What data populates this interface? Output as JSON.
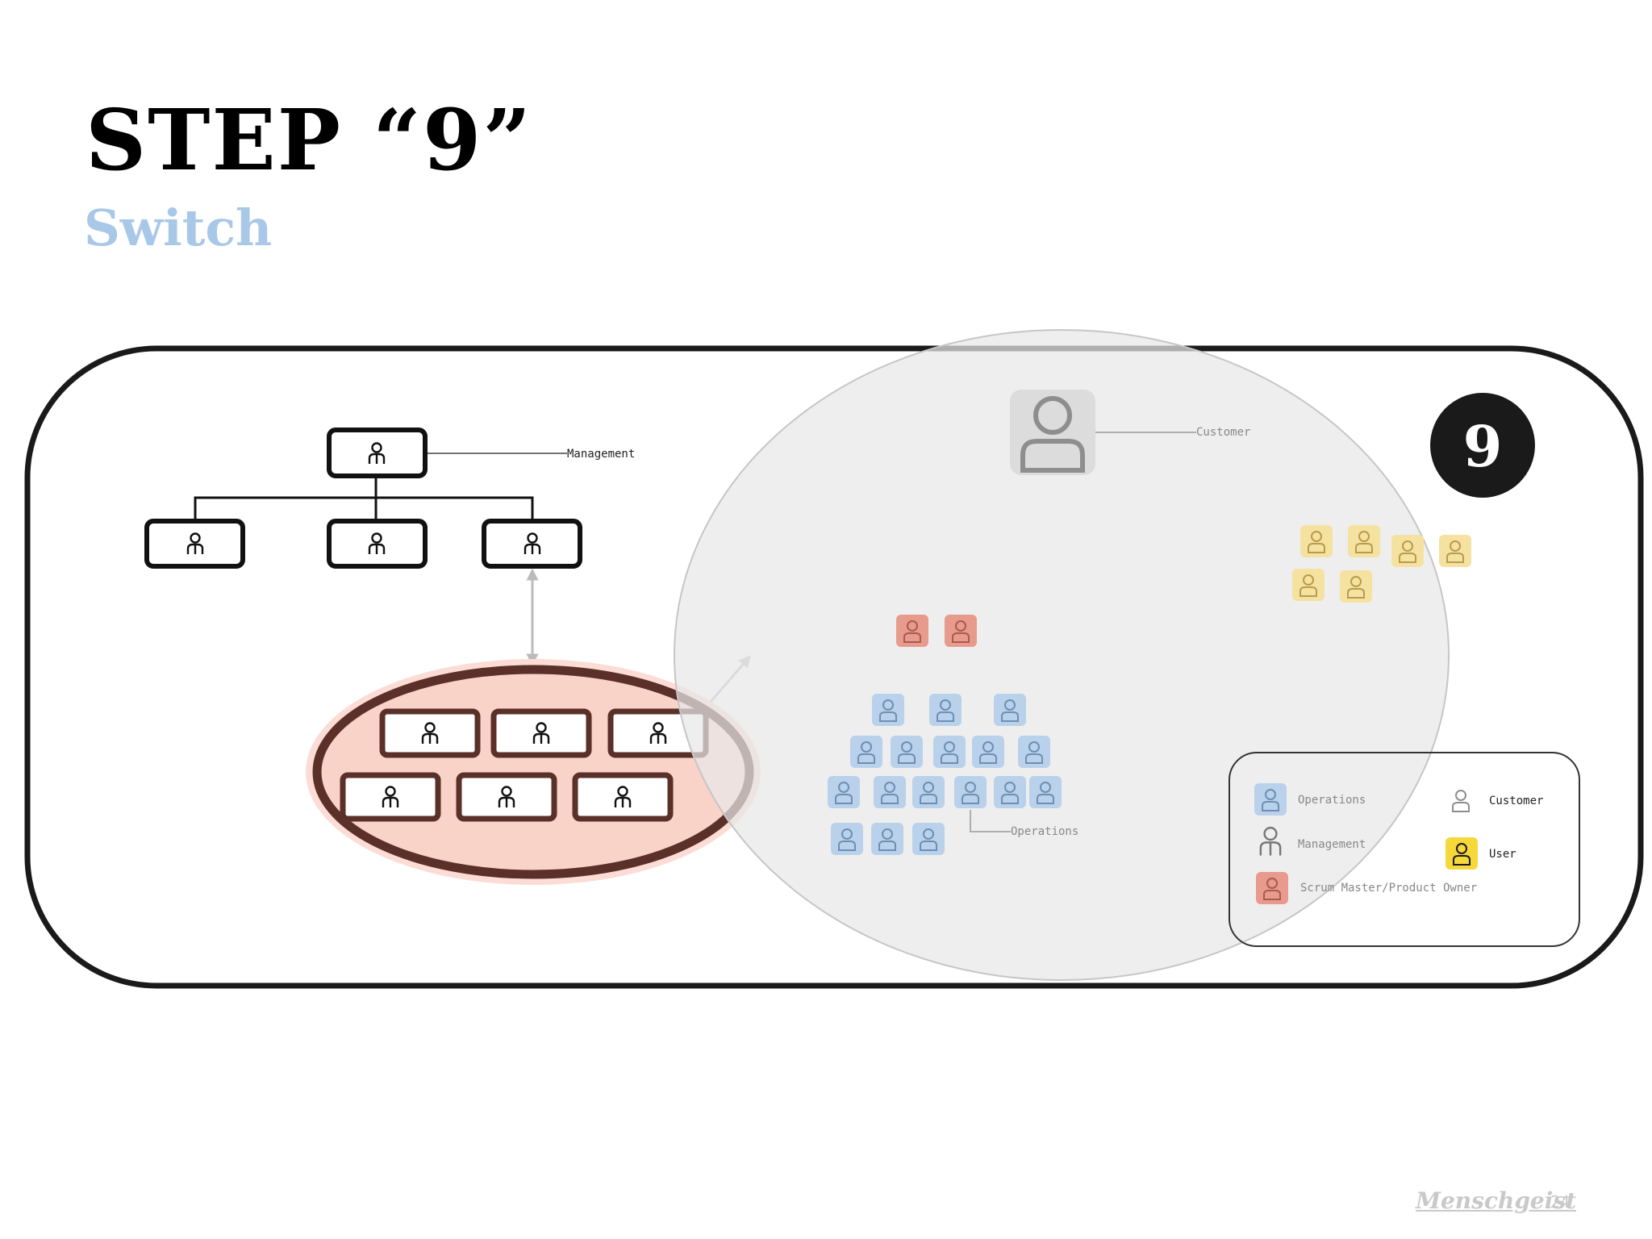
{
  "header": {
    "title": "STEP “9”",
    "subtitle": "Switch"
  },
  "diagram": {
    "management_label": "Management",
    "customer_label": "Customer",
    "operations_label": "Operations",
    "step_number": "9"
  },
  "legend": {
    "operations": "Operations",
    "management": "Management",
    "scrum": "Scrum Master/Product Owner",
    "customer": "Customer",
    "user": "User"
  },
  "footer": {
    "brand": "Menschgeist",
    "page": "24"
  },
  "colors": {
    "operations": "#b9d1ea",
    "scrum": "#e89a8c",
    "user": "#f5e2a0",
    "user_legend": "#f5d83a",
    "team_fill": "#f9d2c8",
    "team_stroke": "#5a3028"
  }
}
